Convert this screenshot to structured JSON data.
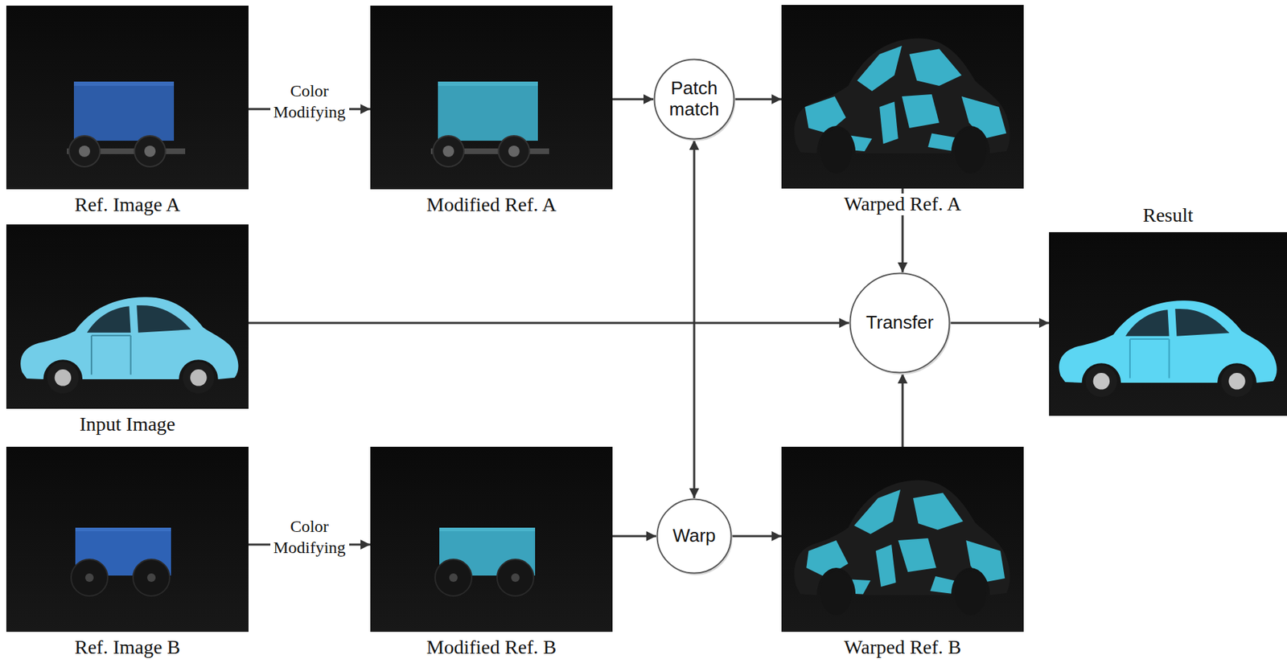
{
  "diagram": {
    "nodes": [
      {
        "text": [
          "Ref. Image A"
        ]
      },
      {
        "text": [
          "Modified Ref. A"
        ]
      },
      {
        "text": [
          "Patch match"
        ]
      },
      {
        "text": [
          "Warped Ref. A"
        ]
      },
      {
        "text": [
          "Result"
        ]
      },
      {
        "text": [
          "Input Image"
        ]
      },
      {
        "text": [
          "Transfer"
        ]
      },
      {
        "text": [
          "Ref. Image B"
        ]
      },
      {
        "text": [
          "Modified Ref. B"
        ]
      },
      {
        "text": [
          "Warp"
        ]
      },
      {
        "text": [
          "Warped Ref. B"
        ]
      }
    ],
    "edges": [
      {
        "from": 0,
        "to": 1,
        "arrow": "to",
        "label": "Color Modifying"
      },
      {
        "from": 1,
        "to": 2,
        "arrow": "to"
      },
      {
        "from": 2,
        "to": 3,
        "arrow": "to"
      },
      {
        "from": 2,
        "to": 9,
        "arrow": "both"
      },
      {
        "from": 3,
        "to": 6,
        "arrow": "to"
      },
      {
        "from": 5,
        "to": 6,
        "arrow": "to"
      },
      {
        "from": 6,
        "to": 4,
        "arrow": "to"
      },
      {
        "from": 7,
        "to": 8,
        "arrow": "to",
        "label": "Color Modifying"
      },
      {
        "from": 8,
        "to": 9,
        "arrow": "to"
      },
      {
        "from": 9,
        "to": 10,
        "arrow": "to"
      },
      {
        "from": 10,
        "to": 6,
        "arrow": "to"
      }
    ]
  }
}
